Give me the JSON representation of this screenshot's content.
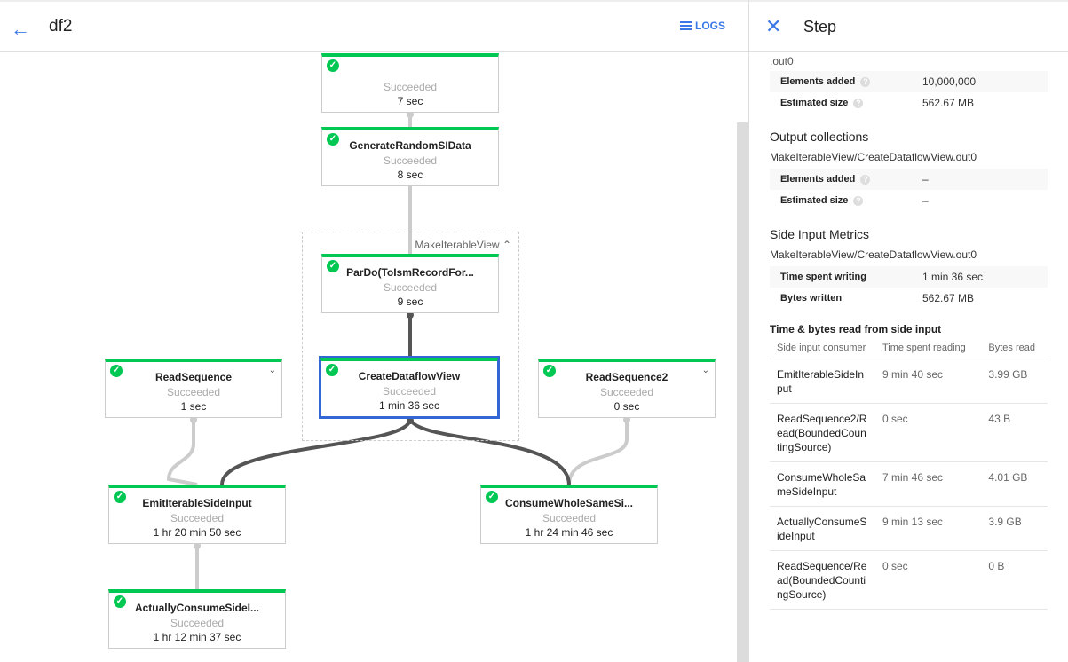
{
  "header": {
    "title": "df2",
    "logs_label": "LOGS"
  },
  "graph": {
    "group": {
      "label": "MakeIterableView"
    },
    "nodes": [
      {
        "name": "",
        "status": "Succeeded",
        "time": "7 sec"
      },
      {
        "name": "GenerateRandomSIData",
        "status": "Succeeded",
        "time": "8 sec"
      },
      {
        "name": "ParDo(ToIsmRecordFor...",
        "status": "Succeeded",
        "time": "9 sec"
      },
      {
        "name": "CreateDataflowView",
        "status": "Succeeded",
        "time": "1 min 36 sec"
      },
      {
        "name": "ReadSequence",
        "status": "Succeeded",
        "time": "1 sec"
      },
      {
        "name": "ReadSequence2",
        "status": "Succeeded",
        "time": "0 sec"
      },
      {
        "name": "EmitIterableSideInput",
        "status": "Succeeded",
        "time": "1 hr 20 min 50 sec"
      },
      {
        "name": "ConsumeWholeSameSi...",
        "status": "Succeeded",
        "time": "1 hr 24 min 46 sec"
      },
      {
        "name": "ActuallyConsumeSideI...",
        "status": "Succeeded",
        "time": "1 hr 12 min 37 sec"
      }
    ],
    "colors": {
      "success": "#00c853",
      "selected": "#3367d6",
      "edge_main": "#555555",
      "edge_side": "#cccccc"
    }
  },
  "panel": {
    "title": "Step",
    "input_cut": ".out0",
    "input_metrics": [
      {
        "k": "Elements added",
        "v": "10,000,000"
      },
      {
        "k": "Estimated size",
        "v": "562.67 MB"
      }
    ],
    "output_title": "Output collections",
    "output_name": "MakeIterableView/CreateDataflowView.out0",
    "output_metrics": [
      {
        "k": "Elements added",
        "v": "–"
      },
      {
        "k": "Estimated size",
        "v": "–"
      }
    ],
    "side_title": "Side Input Metrics",
    "side_name": "MakeIterableView/CreateDataflowView.out0",
    "side_metrics": [
      {
        "k": "Time spent writing",
        "v": "1 min 36 sec"
      },
      {
        "k": "Bytes written",
        "v": "562.67 MB"
      }
    ],
    "read_title": "Time & bytes read from side input",
    "read_headers": [
      "Side input consumer",
      "Time spent reading",
      "Bytes read"
    ],
    "read_rows": [
      [
        "EmitIterableSideInput",
        "9 min 40 sec",
        "3.99 GB"
      ],
      [
        "ReadSequence2/Read(BoundedCountingSource)",
        "0 sec",
        "43 B"
      ],
      [
        "ConsumeWholeSameSideInput",
        "7 min 46 sec",
        "4.01 GB"
      ],
      [
        "ActuallyConsumeSideInput",
        "9 min 13 sec",
        "3.9 GB"
      ],
      [
        "ReadSequence/Read(BoundedCountingSource)",
        "0 sec",
        "0 B"
      ]
    ]
  }
}
